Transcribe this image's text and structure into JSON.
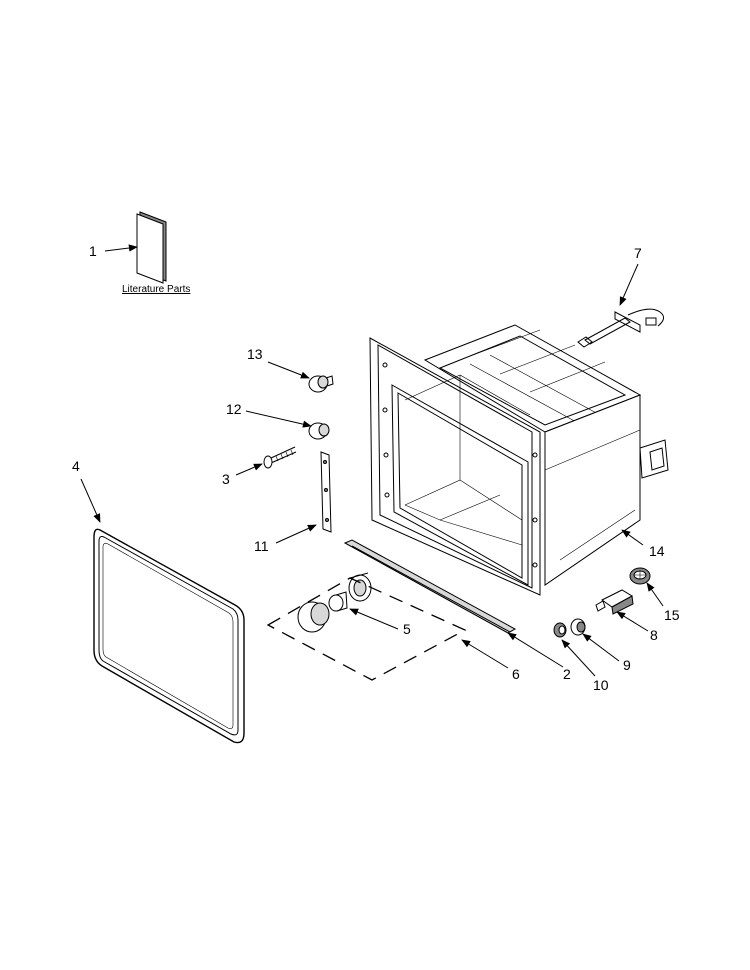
{
  "captions": {
    "literature_parts": "Literature Parts"
  },
  "callouts": [
    {
      "id": "1",
      "label": "1"
    },
    {
      "id": "2",
      "label": "2"
    },
    {
      "id": "3",
      "label": "3"
    },
    {
      "id": "4",
      "label": "4"
    },
    {
      "id": "5",
      "label": "5"
    },
    {
      "id": "6",
      "label": "6"
    },
    {
      "id": "7",
      "label": "7"
    },
    {
      "id": "8",
      "label": "8"
    },
    {
      "id": "9",
      "label": "9"
    },
    {
      "id": "10",
      "label": "10"
    },
    {
      "id": "11",
      "label": "11"
    },
    {
      "id": "12",
      "label": "12"
    },
    {
      "id": "13",
      "label": "13"
    },
    {
      "id": "14",
      "label": "14"
    },
    {
      "id": "15",
      "label": "15"
    }
  ]
}
